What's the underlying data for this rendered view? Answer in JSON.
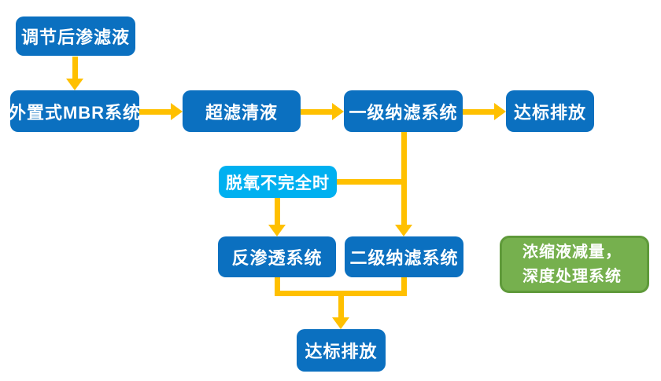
{
  "colors": {
    "box_blue": "#0b70c0",
    "box_cyan": "#00b0f0",
    "arrow_orange": "#ffc000",
    "green_fill": "#76b04e",
    "green_border": "#5f9a3a",
    "bg": "#ffffff",
    "text": "#ffffff"
  },
  "nodes": {
    "adjusted_leachate": {
      "label": "调节后渗滤液"
    },
    "external_mbr_system": {
      "label": "外置式MBR系统"
    },
    "uf_clear_liquid": {
      "label": "超滤清液"
    },
    "nf_stage1_system": {
      "label": "一级纳滤系统"
    },
    "discharge_top": {
      "label": "达标排放"
    },
    "deoxygen_incomplete": {
      "label": "脱氧不完全时"
    },
    "ro_system": {
      "label": "反渗透系统"
    },
    "nf_stage2_system": {
      "label": "二级纳滤系统"
    },
    "discharge_bottom": {
      "label": "达标排放"
    },
    "concentrate_note": {
      "line1": "浓缩液减量，",
      "line2": "深度处理系统"
    }
  }
}
